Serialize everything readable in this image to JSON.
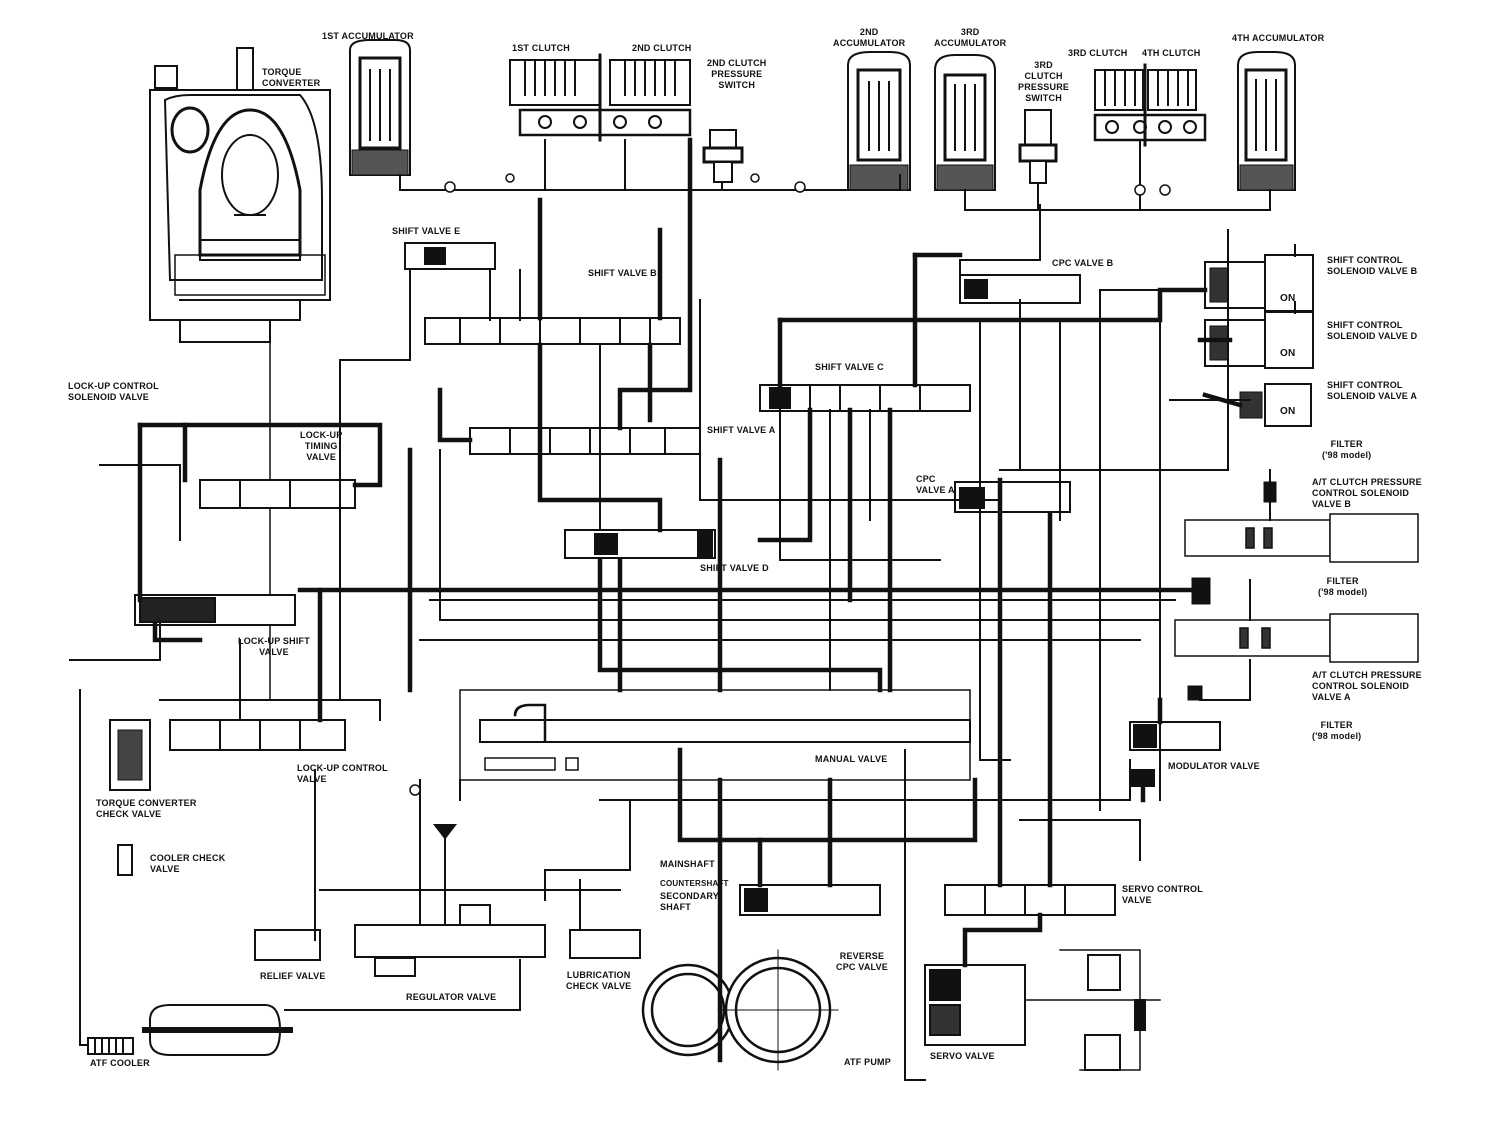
{
  "colors": {
    "line": "#111111",
    "paper": "#ffffff"
  },
  "labels": {
    "first_accumulator": "1ST ACCUMULATOR",
    "torque_converter": "TORQUE\nCONVERTER",
    "first_clutch": "1ST CLUTCH",
    "second_clutch": "2ND CLUTCH",
    "second_clutch_pressure_switch": "2ND CLUTCH\nPRESSURE\nSWITCH",
    "second_accumulator": "2ND\nACCUMULATOR",
    "third_accumulator": "3RD\nACCUMULATOR",
    "third_clutch_pressure_switch": "3RD\nCLUTCH\nPRESSURE\nSWITCH",
    "third_clutch": "3RD CLUTCH",
    "fourth_clutch": "4TH CLUTCH",
    "fourth_accumulator": "4TH ACCUMULATOR",
    "shift_valve_e": "SHIFT VALVE E",
    "shift_valve_b": "SHIFT VALVE B",
    "cpc_valve_b": "CPC VALVE B",
    "shift_control_solenoid_b": "SHIFT CONTROL\nSOLENOID VALVE B",
    "shift_control_solenoid_d": "SHIFT CONTROL\nSOLENOID VALVE D",
    "shift_control_solenoid_a": "SHIFT CONTROL\nSOLENOID VALVE A",
    "on": "ON",
    "shift_valve_c": "SHIFT VALVE C",
    "lockup_control_solenoid": "LOCK-UP CONTROL\nSOLENOID VALVE",
    "lockup_timing_valve": "LOCK-UP\nTIMING\nVALVE",
    "shift_valve_a": "SHIFT VALVE A",
    "filter_98_b": "FILTER\n('98 model)",
    "at_clutch_solenoid_b": "A/T CLUTCH PRESSURE\nCONTROL SOLENOID\nVALVE B",
    "cpc_valve_a": "CPC\nVALVE A",
    "shift_valve_d": "SHIFT VALVE D",
    "filter_98_mid": "FILTER\n('98 model)",
    "lockup_shift_valve": "LOCK-UP SHIFT\nVALVE",
    "at_clutch_solenoid_a": "A/T CLUTCH PRESSURE\nCONTROL SOLENOID\nVALVE A",
    "filter_98_low": "FILTER\n('98 model)",
    "lockup_control_valve": "LOCK-UP CONTROL\nVALVE",
    "manual_valve": "MANUAL VALVE",
    "modulator_valve": "MODULATOR VALVE",
    "torque_converter_check_valve": "TORQUE CONVERTER\nCHECK VALVE",
    "cooler_check_valve": "COOLER CHECK\nVALVE",
    "mainshaft": "MAINSHAFT",
    "countershaft": "COUNTERSHAFT",
    "secondary_shaft": "SECONDARY\nSHAFT",
    "servo_control_valve": "SERVO CONTROL\nVALVE",
    "relief_valve": "RELIEF VALVE",
    "lubrication_check_valve": "LUBRICATION\nCHECK VALVE",
    "reverse_cpc_valve": "REVERSE\nCPC VALVE",
    "regulator_valve": "REGULATOR VALVE",
    "atf_cooler": "ATF COOLER",
    "atf_pump": "ATF PUMP",
    "servo_valve": "SERVO VALVE"
  }
}
